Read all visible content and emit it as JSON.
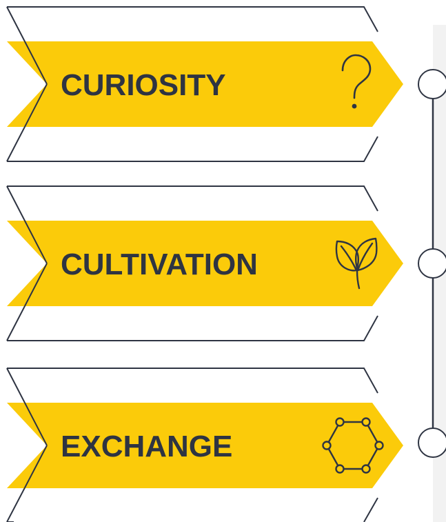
{
  "colors": {
    "accent": "#FBCB0A",
    "ink": "#2E3442",
    "panel": "#F2F2F2",
    "line": "#2E3442"
  },
  "steps": [
    {
      "label": "CURIOSITY",
      "icon": "question-mark-icon"
    },
    {
      "label": "CULTIVATION",
      "icon": "sprout-leaves-icon"
    },
    {
      "label": "EXCHANGE",
      "icon": "hexagon-network-icon"
    }
  ]
}
